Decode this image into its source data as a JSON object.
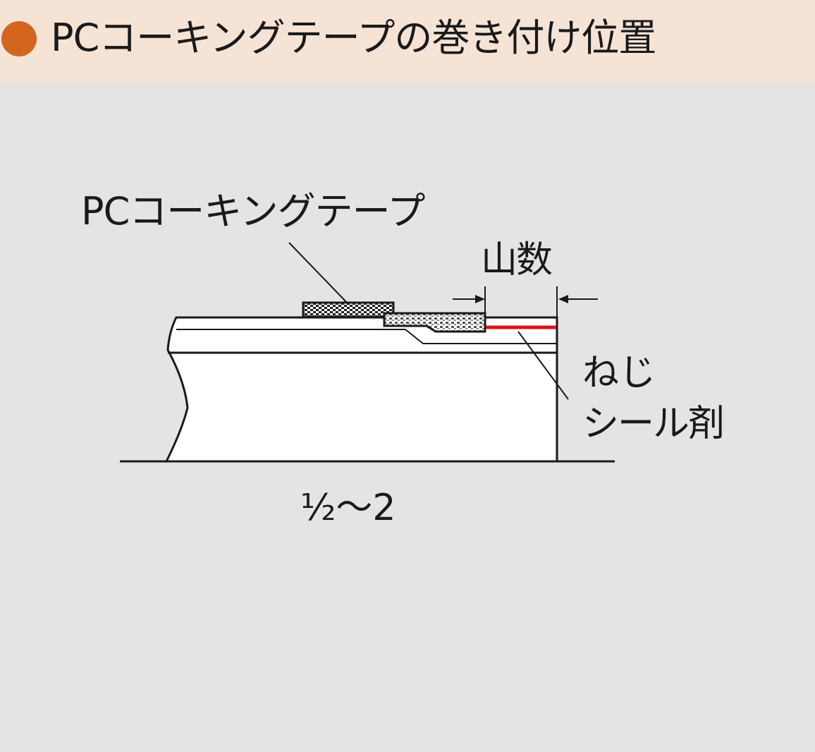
{
  "header": {
    "title": "PCコーキングテープの巻き付け位置",
    "bullet_color": "#d2661e",
    "background": "#f5e3d6"
  },
  "diagram": {
    "labels": {
      "tape": "PCコーキングテープ",
      "threads": "山数",
      "sealant_line1": "ねじ",
      "sealant_line2": "シール剤",
      "range": "½～2"
    },
    "sealant_color": "#e0101a",
    "line_color": "#1a1a1a",
    "pipe_fill": "#ffffff"
  }
}
